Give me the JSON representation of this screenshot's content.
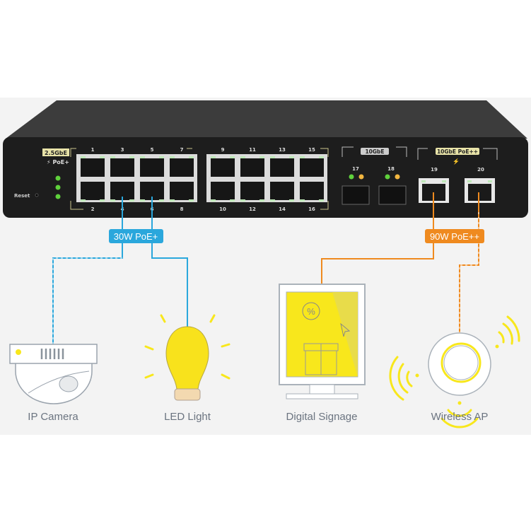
{
  "switch": {
    "group_2_5g": {
      "badge": "2.5GbE",
      "poe": "PoE+"
    },
    "reset_label": "Reset",
    "top_ports": [
      "1",
      "3",
      "5",
      "7",
      "9",
      "11",
      "13",
      "15"
    ],
    "bottom_ports": [
      "2",
      "4",
      "6",
      "8",
      "10",
      "12",
      "14",
      "16"
    ],
    "group_10g": {
      "badge": "10GbE",
      "ports": [
        "17",
        "18"
      ]
    },
    "group_10g_poe": {
      "badge": "10GbE PoE++",
      "ports": [
        "19",
        "20"
      ]
    }
  },
  "power_labels": {
    "poe_plus": "30W PoE+",
    "poe_plusplus": "90W PoE++"
  },
  "devices": [
    {
      "label": "IP Camera"
    },
    {
      "label": "LED Light"
    },
    {
      "label": "Digital Signage"
    },
    {
      "label": "Wireless AP"
    }
  ],
  "colors": {
    "poe_plus": "#2aa7dc",
    "poe_plusplus": "#ef8a1f",
    "accent_yellow": "#f8e71c",
    "led_green": "#5fd13c",
    "led_amber": "#f2b640"
  }
}
